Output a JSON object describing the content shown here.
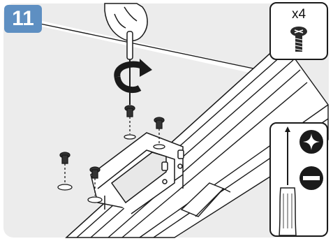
{
  "step": {
    "number": "11"
  },
  "quantity": {
    "label": "x4"
  },
  "tools": {
    "screwdriver_types": [
      "phillips",
      "flathead"
    ]
  },
  "icons": [
    "screw-icon",
    "screwdriver-icon",
    "phillips-head-icon",
    "flathead-icon",
    "rotate-arrow-icon",
    "hand-icon"
  ],
  "colors": {
    "badge": "#5e8fc2",
    "panel_bg": "#ececec",
    "stroke": "#1a1a1a"
  }
}
